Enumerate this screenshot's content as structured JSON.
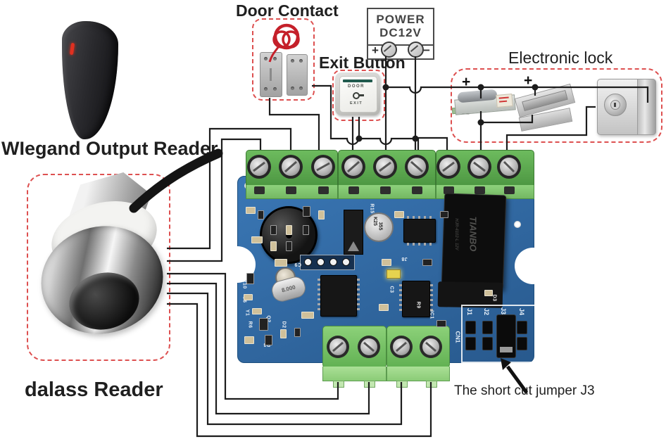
{
  "titles": {
    "wiegand_reader": "WIegand Output Reader",
    "dalass_reader": "dalass Reader",
    "door_contact": "Door Contact",
    "exit_button": "Exit Button",
    "electronic_lock": "Electronic lock",
    "jumper_note": "The short cut jumper J3"
  },
  "power_supply": {
    "name_line1": "POWER",
    "name_line2": "DC12V",
    "plus": "+",
    "minus": "−"
  },
  "exit_button_face": {
    "line1": "DOOR",
    "line2": "EXIT"
  },
  "lock_polarity": {
    "bolt_plus": "+",
    "bolt_minus": "−",
    "mag_plus": "+",
    "mag_minus": "−"
  },
  "pcb": {
    "relay_brand": "TIANBO",
    "relay_model": "HJR-4102-L 12V",
    "capacitor_line1": "K25",
    "capacitor_line2": "355",
    "crystal": "8.000",
    "connector": "CN1",
    "jumpers": [
      "J1",
      "J2",
      "J3",
      "J4"
    ],
    "silkscreen": [
      "R15",
      "C3",
      "R9",
      "IC1",
      "J8",
      "C9",
      "R10",
      "C6",
      "Y1",
      "R6",
      "Q2",
      "D2",
      "R3",
      "D3"
    ]
  },
  "colors": {
    "wire": "#1c1c1c",
    "dashed_highlight": "#dd5050",
    "pcb_blue": "#2f6ba6",
    "terminal_green": "#5fae52",
    "terminal_green_light": "#93d27f",
    "relay_black": "#111111",
    "led_red": "#e03020"
  }
}
